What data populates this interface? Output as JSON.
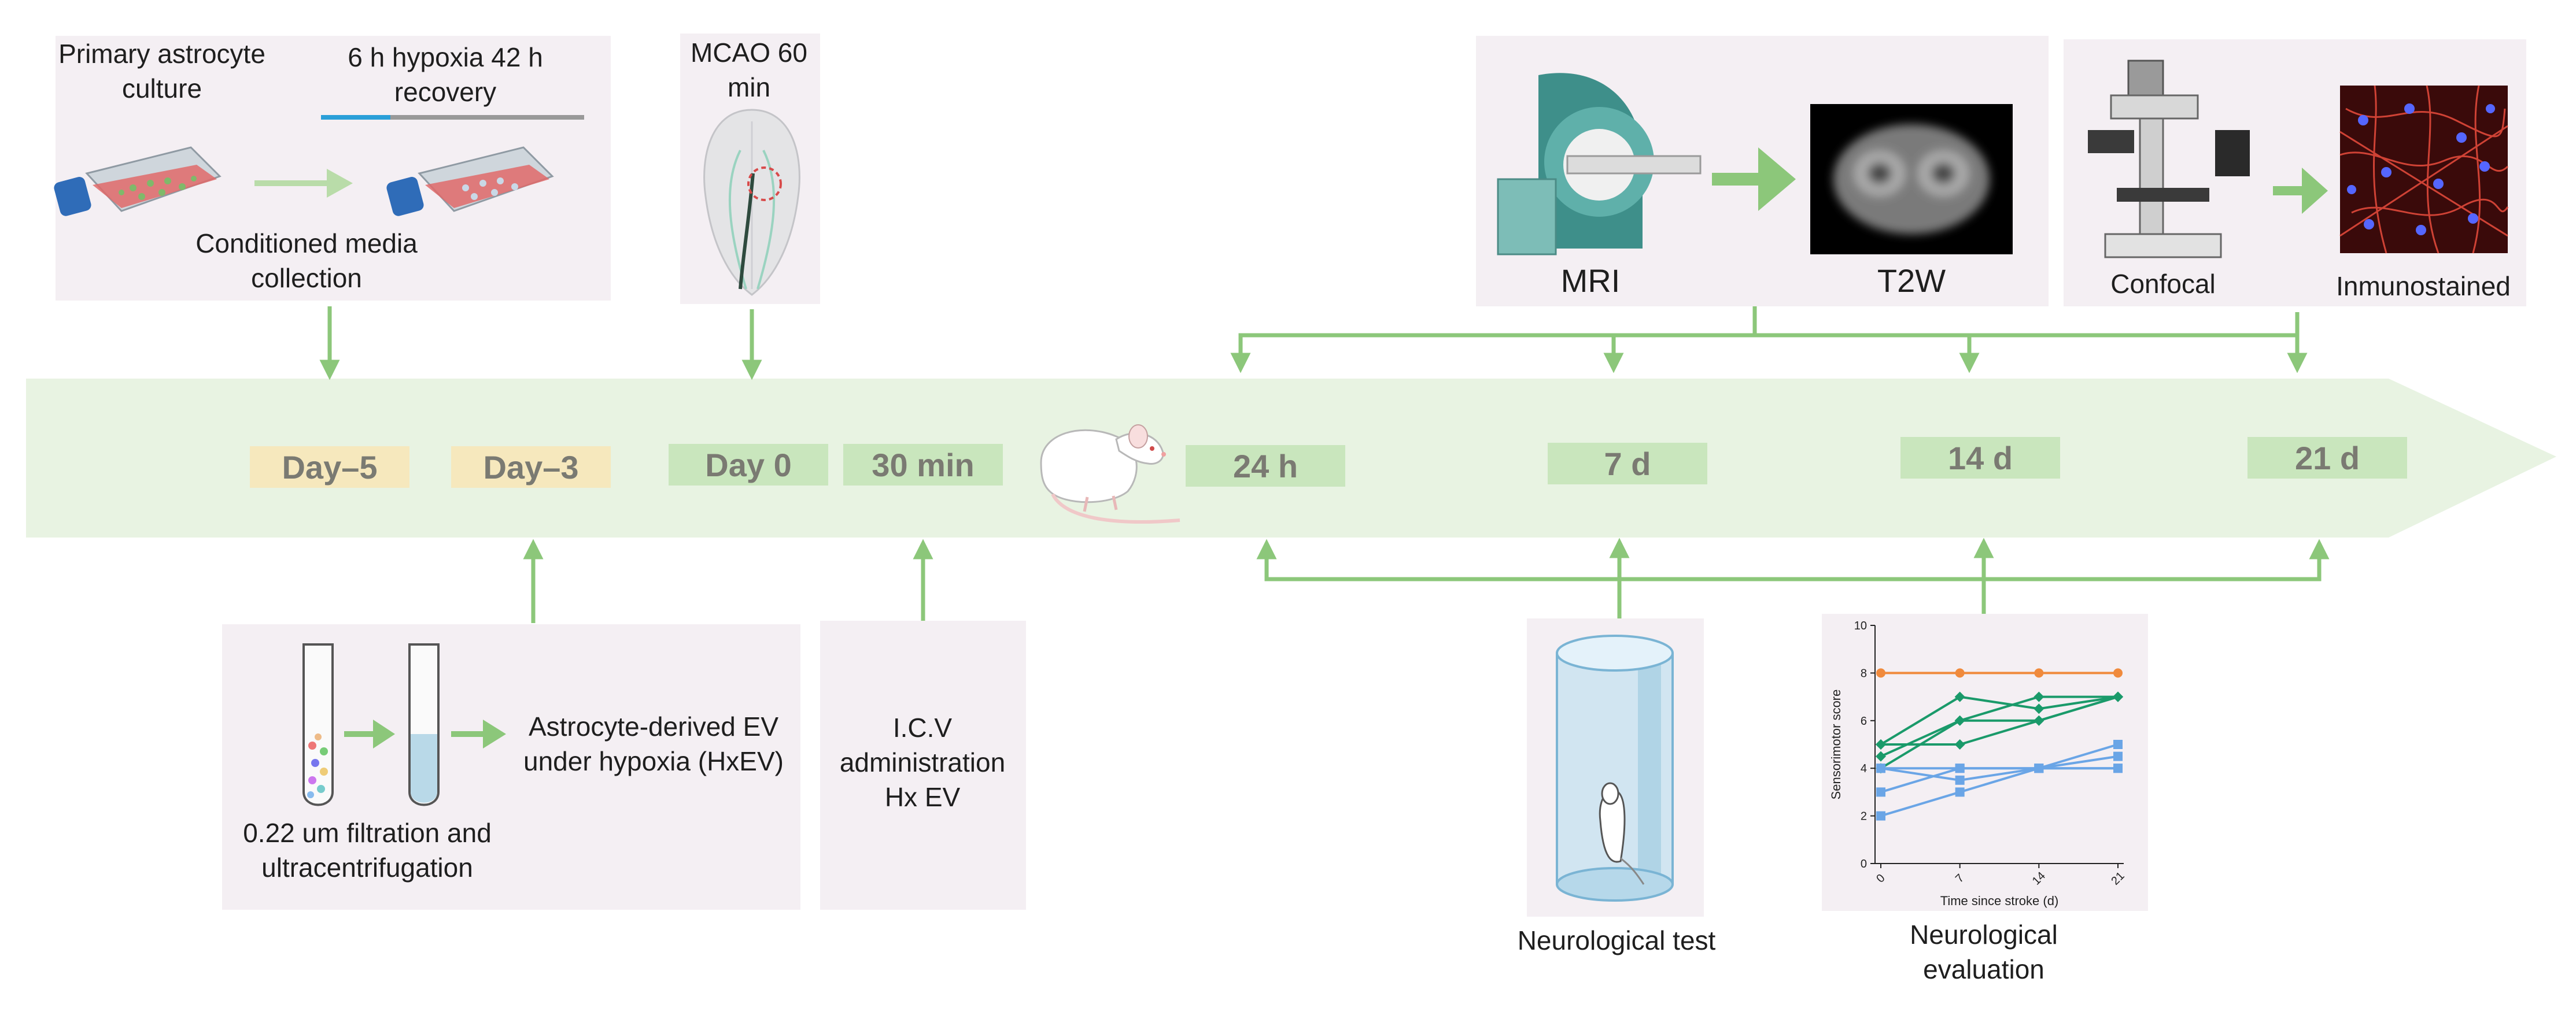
{
  "colors": {
    "timeline": "#e8f3e2",
    "arrow": "#8cc77a",
    "panel": "#f4eff3",
    "day_yellow": "#f6e8bd",
    "day_green": "#c9e6bd",
    "series_orange": "#f08a3c",
    "series_green": "#1a9a6a",
    "series_blue": "#6aa5e6"
  },
  "culture": {
    "title": "Primary astrocyte culture",
    "hypoxia": "6 h hypoxia 42 h recovery",
    "collection": "Conditioned media collection"
  },
  "mcao": {
    "label": "MCAO 60 min"
  },
  "mri": {
    "mri_label": "MRI",
    "t2w_label": "T2W"
  },
  "confocal": {
    "confocal_label": "Confocal",
    "stained_label": "Inmunostained"
  },
  "timeline": {
    "days": [
      "Day–5",
      "Day–3",
      "Day 0",
      "30 min",
      "24 h",
      "7 d",
      "14 d",
      "21 d"
    ]
  },
  "ev": {
    "filtration": "0.22 um filtration and ultracentrifugation",
    "hxev": "Astrocyte-derived EV under hypoxia (HxEV)"
  },
  "icv": {
    "label": "I.C.V administration Hx EV"
  },
  "neuro_test": {
    "label": "Neurological test"
  },
  "neuro_eval": {
    "label": "Neurological evaluation"
  },
  "chart_data": {
    "type": "line",
    "xlabel": "Time since stroke (d)",
    "ylabel": "Sensorimotor score",
    "x": [
      0,
      7,
      14,
      21
    ],
    "xticks": [
      "0",
      "7",
      "14",
      "21"
    ],
    "yticks": [
      "0",
      "2",
      "4",
      "6",
      "8",
      "10"
    ],
    "ylim": [
      0,
      10
    ],
    "series": [
      {
        "color": "orange",
        "marker": "circle",
        "values": [
          8,
          8,
          8,
          8
        ]
      },
      {
        "color": "green",
        "marker": "diamond",
        "values": [
          5,
          7,
          6.5,
          7
        ]
      },
      {
        "color": "green",
        "marker": "diamond",
        "values": [
          4.5,
          6,
          7,
          7
        ]
      },
      {
        "color": "green",
        "marker": "diamond",
        "values": [
          4,
          6,
          6,
          7
        ]
      },
      {
        "color": "green",
        "marker": "diamond",
        "values": [
          5,
          5,
          6,
          7
        ]
      },
      {
        "color": "blue",
        "marker": "square",
        "values": [
          4,
          4,
          4,
          4
        ]
      },
      {
        "color": "blue",
        "marker": "square",
        "values": [
          3,
          4,
          4,
          5
        ]
      },
      {
        "color": "blue",
        "marker": "square",
        "values": [
          2,
          3,
          4,
          4.5
        ]
      },
      {
        "color": "blue",
        "marker": "square",
        "values": [
          4,
          3.5,
          4,
          4
        ]
      }
    ]
  }
}
